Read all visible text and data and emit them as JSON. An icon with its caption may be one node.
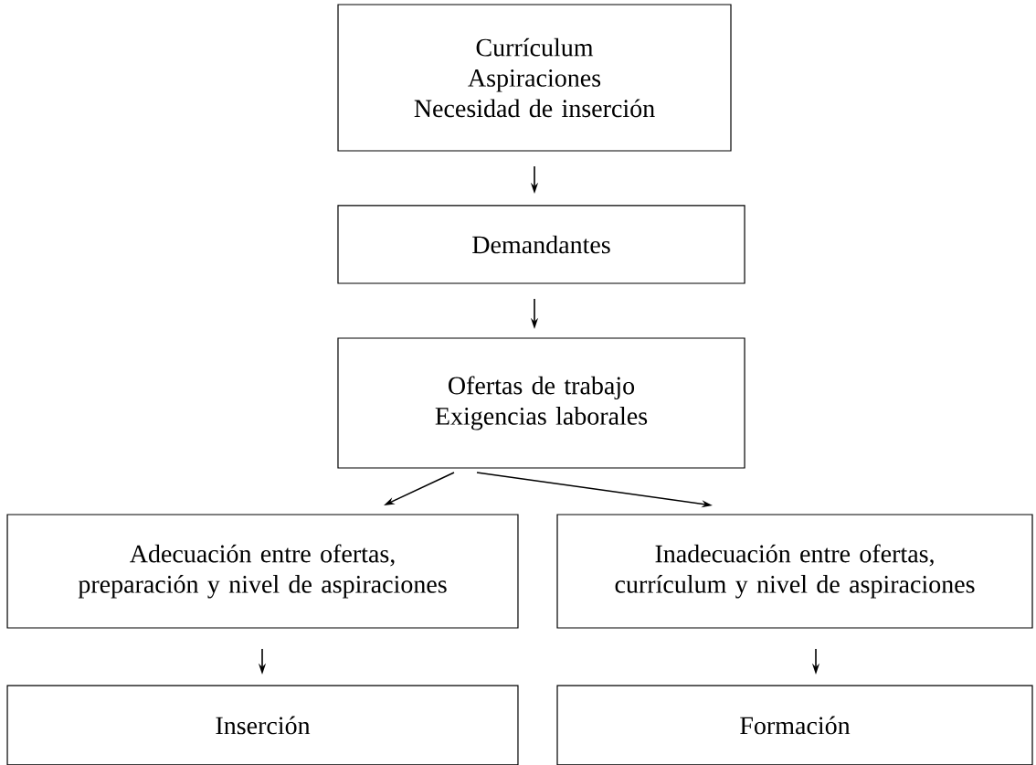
{
  "diagram": {
    "nodes": [
      {
        "text": [
          "Currículum",
          "Aspiraciones",
          "Necesidad de inserción"
        ]
      },
      {
        "text": [
          "Demandantes"
        ]
      },
      {
        "text": [
          "Ofertas de trabajo",
          "Exigencias laborales"
        ]
      },
      {
        "text": [
          "Adecuación entre ofertas, preparación y nivel de aspiraciones"
        ]
      },
      {
        "text": [
          "Inadecuación entre ofertas, currículum y nivel de aspiraciones"
        ]
      },
      {
        "text": [
          "Inserción"
        ]
      },
      {
        "text": [
          "Formación"
        ]
      }
    ],
    "edges": [
      {
        "from": 0,
        "to": 1,
        "arrow": "to"
      },
      {
        "from": 1,
        "to": 2,
        "arrow": "to"
      },
      {
        "from": 2,
        "to": 3,
        "arrow": "to"
      },
      {
        "from": 2,
        "to": 4,
        "arrow": "to"
      },
      {
        "from": 3,
        "to": 5,
        "arrow": "to"
      },
      {
        "from": 4,
        "to": 6,
        "arrow": "to"
      }
    ]
  }
}
